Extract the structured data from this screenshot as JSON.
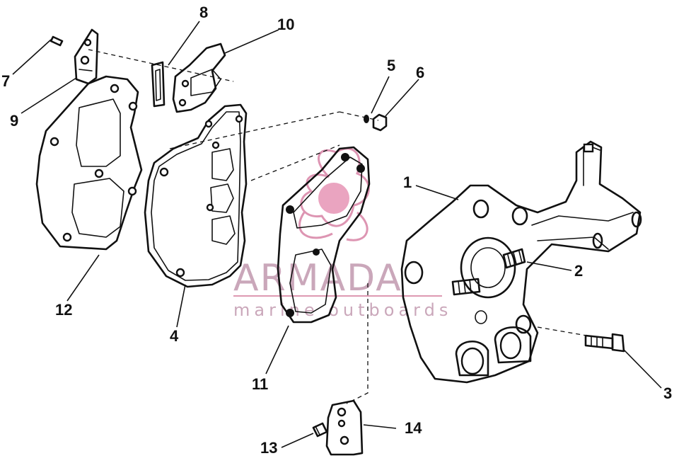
{
  "diagram": {
    "callouts": [
      "1",
      "2",
      "3",
      "4",
      "5",
      "6",
      "7",
      "8",
      "9",
      "10",
      "11",
      "12",
      "13",
      "14"
    ]
  },
  "watermark": {
    "brand": "ARMADA",
    "tagline": "marine outboards",
    "accent_color": "#c9567f"
  }
}
